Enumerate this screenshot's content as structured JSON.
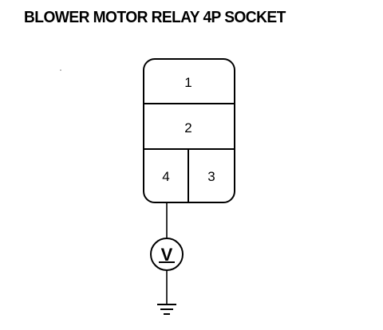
{
  "title": "BLOWER MOTOR RELAY 4P SOCKET",
  "socket": {
    "pins": [
      {
        "label": "1"
      },
      {
        "label": "2"
      },
      {
        "label": "4"
      },
      {
        "label": "3"
      }
    ]
  },
  "meter": {
    "symbol": "V"
  },
  "icons": [
    "voltmeter-icon",
    "ground-icon"
  ]
}
